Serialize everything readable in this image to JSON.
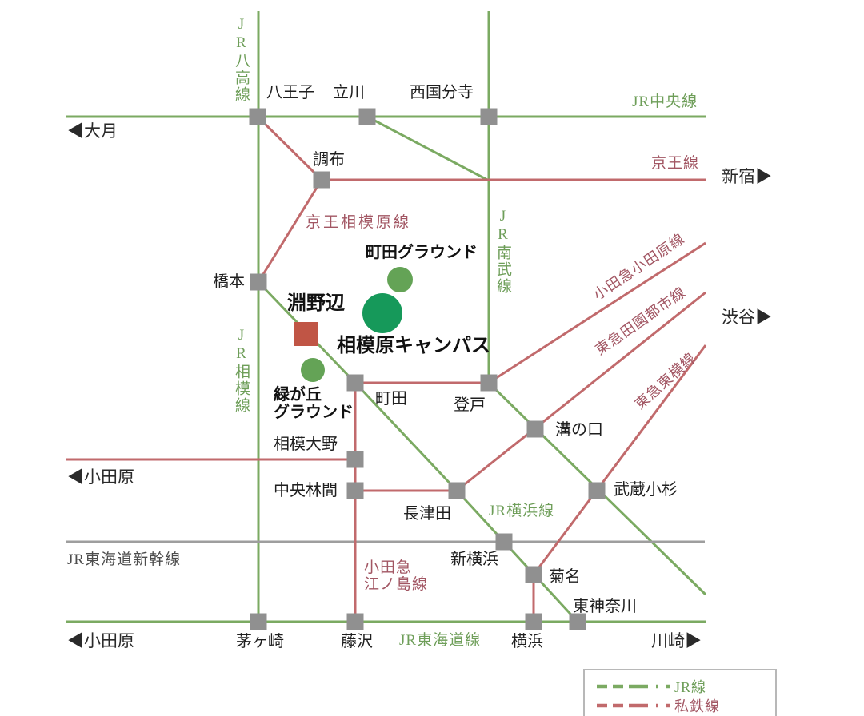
{
  "stations": {
    "hachioji": "八王子",
    "tachikawa": "立川",
    "nishikokubunji": "西国分寺",
    "chofu": "調布",
    "hashimoto": "橋本",
    "machida": "町田",
    "noborito": "登戸",
    "sagamiono": "相模大野",
    "chuorinkan": "中央林間",
    "nagatsuta": "長津田",
    "mizonokuchi": "溝の口",
    "musashikosugi": "武蔵小杉",
    "shinyokohama": "新横浜",
    "kikuna": "菊名",
    "chigasaki": "茅ヶ崎",
    "fujisawa": "藤沢",
    "yokohama": "横浜",
    "higashikanagawa": "東神奈川",
    "fuchinobe": "淵野辺"
  },
  "lines": {
    "jr_chuo": "JR中央線",
    "jr_hachiko": "JR八高線",
    "jr_nambu": "JR南武線",
    "jr_sagami": "JR相模線",
    "jr_yokohama": "JR横浜線",
    "jr_tokaido": "JR東海道線",
    "jr_tokaido_shinkansen": "JR東海道新幹線",
    "keio": "京王線",
    "keio_sagamihara": "京王相模原線",
    "odakyu_odawara": "小田急小田原線",
    "odakyu_enoshima": "小田急\n江ノ島線",
    "tokyu_denentoshi": "東急田園都市線",
    "tokyu_toyoko": "東急東横線"
  },
  "directions": {
    "otsuki": "◀大月",
    "shinjuku": "新宿▶",
    "shibuya": "渋谷▶",
    "odawara_mid": "◀小田原",
    "odawara_bottom": "◀小田原",
    "kawasaki": "川崎▶"
  },
  "facilities": {
    "machida_ground": "町田グラウンド",
    "sagamihara_campus": "相模原キャンパス",
    "midorigaoka_ground": "緑が丘\nグラウンド"
  },
  "legend": {
    "jr_label": "JR線",
    "private_label": "私鉄線"
  },
  "colors": {
    "jr_green_line": "#7baa62",
    "jr_green_text": "#6e9e59",
    "private_red_line": "#c16a6c",
    "private_red_text": "#a25663",
    "shinkansen_gray": "#9e9e9e",
    "station_square_gray": "#909090",
    "campus_circle_green": "#16995a",
    "ground_circle_green": "#64a356",
    "fuchinobe_square_red": "#c05545"
  }
}
